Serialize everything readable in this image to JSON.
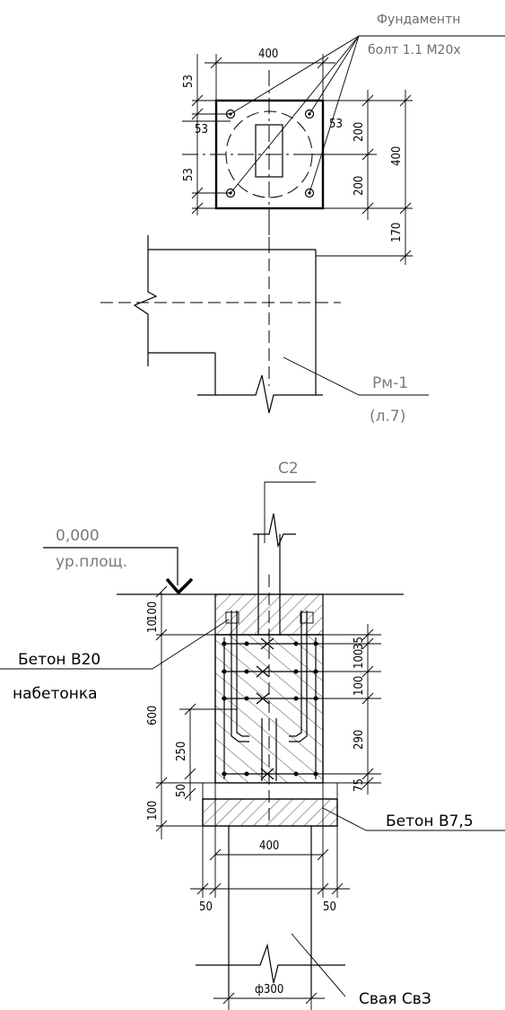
{
  "plan": {
    "callout_line1": "Фундаментн",
    "callout_line2": "болт 1.1 М20х",
    "dim_width": "400",
    "dim_height": "400",
    "dim_half_top": "200",
    "dim_half_bottom": "200",
    "dim_edge": "53",
    "dim_ext": "170"
  },
  "mark": {
    "code": "Рм-1",
    "sheet": "(л.7)"
  },
  "section": {
    "column_label": "С2",
    "level_value": "0,000",
    "level_note": "ур.площ.",
    "concrete_top_line1": "Бетон В20",
    "concrete_top_line2": "набетонка",
    "concrete_bottom": "Бетон В7,5",
    "pile": "Свая СвЗ",
    "dim_100": "100",
    "dim_10": "10",
    "dim_600": "600",
    "dim_250": "250",
    "dim_50": "50",
    "dim_35": "35",
    "dim_290": "290",
    "dim_75": "75",
    "dim_400": "400",
    "dim_phi300": "ф300"
  }
}
